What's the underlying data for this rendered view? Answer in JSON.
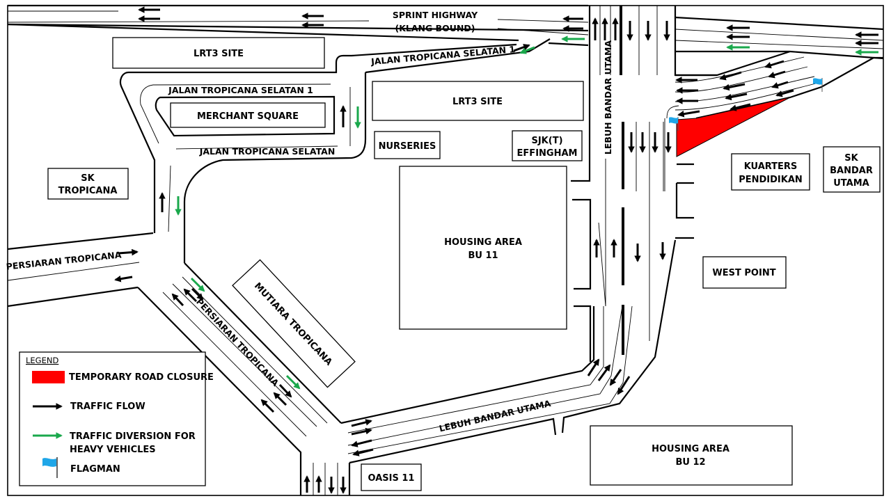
{
  "colors": {
    "closure": "#ff0000",
    "traffic_flow": "#000000",
    "diversion": "#1aa84c",
    "flagman": "#1fa6e8"
  },
  "roads": {
    "sprint_highway_line1": "SPRINT HIGHWAY",
    "sprint_highway_line2": "(KLANG BOUND)",
    "jalan_tropicana_selatan_1_top": "JALAN TROPICANA SELATAN 1",
    "jalan_tropicana_selatan_1_loop": "JALAN TROPICANA SELATAN 1",
    "jalan_tropicana_selatan": "JALAN TROPICANA SELATAN",
    "lebuh_bandar_utama_vertical": "LEBUH BANDAR UTAMA",
    "lebuh_bandar_utama_bottom": "LEBUH BANDAR UTAMA",
    "persiaran_tropicana_west": "PERSIARAN TROPICANA",
    "persiaran_tropicana_diagonal": "PERSIARAN TROPICANA"
  },
  "places": {
    "lrt3_site_1": "LRT3 SITE",
    "lrt3_site_2": "LRT3 SITE",
    "merchant_square": "MERCHANT SQUARE",
    "nurseries": "NURSERIES",
    "sjkt_effingham_line1": "SJK(T)",
    "sjkt_effingham_line2": "EFFINGHAM",
    "sk_tropicana_line1": "SK",
    "sk_tropicana_line2": "TROPICANA",
    "housing_bu11_line1": "HOUSING AREA",
    "housing_bu11_line2": "BU 11",
    "mutiara_tropicana": "MUTIARA TROPICANA",
    "kuarters_line1": "KUARTERS",
    "kuarters_line2": "PENDIDIKAN",
    "sk_bandar_utama_line1": "SK",
    "sk_bandar_utama_line2": "BANDAR",
    "sk_bandar_utama_line3": "UTAMA",
    "west_point": "WEST POINT",
    "housing_bu12_line1": "HOUSING AREA",
    "housing_bu12_line2": "BU 12",
    "oasis_11": "OASIS 11"
  },
  "legend": {
    "title": "LEGEND",
    "items": [
      {
        "key": "closure",
        "label_lines": [
          "TEMPORARY ROAD CLOSURE"
        ]
      },
      {
        "key": "traffic_flow",
        "label_lines": [
          "TRAFFIC FLOW"
        ]
      },
      {
        "key": "diversion",
        "label_lines": [
          "TRAFFIC DIVERSION FOR",
          "HEAVY VEHICLES"
        ]
      },
      {
        "key": "flagman",
        "label_lines": [
          "FLAGMAN"
        ]
      }
    ]
  }
}
